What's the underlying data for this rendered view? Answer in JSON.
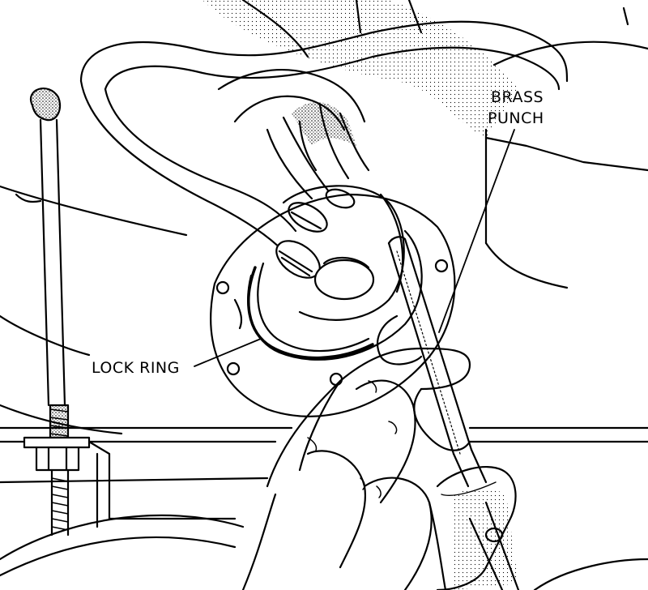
{
  "labels": {
    "brass_line1": "BRASS",
    "brass_line2": "PUNCH",
    "lock_ring": "LOCK RING"
  },
  "colors": {
    "ink": "#000000",
    "paper": "#ffffff",
    "stipple": "#9a9a9a"
  }
}
